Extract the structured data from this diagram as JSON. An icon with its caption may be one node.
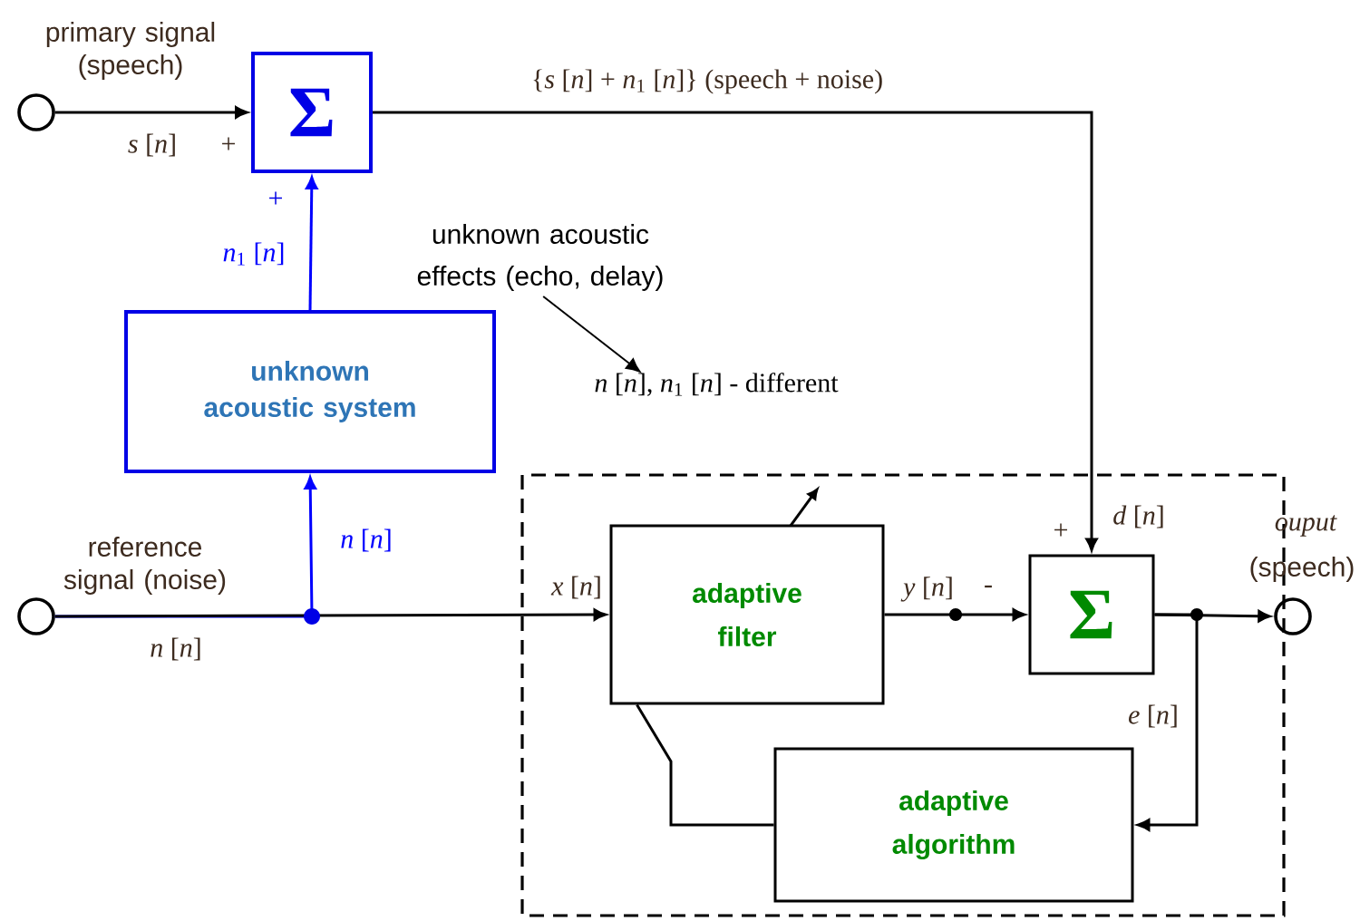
{
  "diagram": {
    "nodes": [
      {
        "text": [],
        "shape": "circle",
        "beside": [
          "primary signal (speech)"
        ]
      },
      {
        "text": [
          "Σ"
        ]
      },
      {
        "text": [
          "unknown acoustic effects (echo, delay)"
        ]
      },
      {
        "text": [
          "unknown acoustic system"
        ]
      },
      {
        "text": [
          "*n* [*n*], *n*$_{1}$ [*n*] - different"
        ]
      },
      {
        "text": [],
        "shape": "circle",
        "beside": [
          "reference signal (noise)"
        ]
      },
      {
        "text": [
          "adaptive filter"
        ]
      },
      {
        "text": [
          "Σ"
        ]
      },
      {
        "text": [],
        "shape": "circle",
        "beside": [
          "ouput",
          "(speech)"
        ]
      },
      {
        "text": [
          "adaptive algorithm"
        ]
      }
    ],
    "edges": [
      {
        "from": 0,
        "to": 1,
        "arrow": "to",
        "label": "*s* [*n*]"
      },
      {
        "from": 1,
        "to": 7,
        "arrow": "to",
        "label": "{*s* [*n*] + *n*$_{1}$ [*n*]} (speech + noise)"
      },
      {
        "from": 3,
        "to": 1,
        "arrow": "to",
        "label": "*n*$_{1}$ [*n*]",
        "color": "#0000ff"
      },
      {
        "from": 5,
        "to": 3,
        "arrow": "to",
        "label": "*n* [*n*]",
        "color": "#0000ff"
      },
      {
        "from": 5,
        "to": 6,
        "arrow": "to",
        "label": "*x* [*n*]"
      },
      {
        "from": 6,
        "to": 7,
        "arrow": "to",
        "label": "*y* [*n*]"
      },
      {
        "from": 7,
        "to": 8,
        "arrow": "to"
      },
      {
        "from": 7,
        "to": 9,
        "arrow": "to",
        "label": "*e* [*n*]"
      },
      {
        "from": 9,
        "to": 6,
        "arrow": "none"
      },
      {
        "from": 2,
        "to": 4,
        "arrow": "to"
      }
    ],
    "labels": [
      "+",
      "+",
      "*n* [*n*]",
      "-",
      "+",
      "*d* [*n*]"
    ]
  }
}
